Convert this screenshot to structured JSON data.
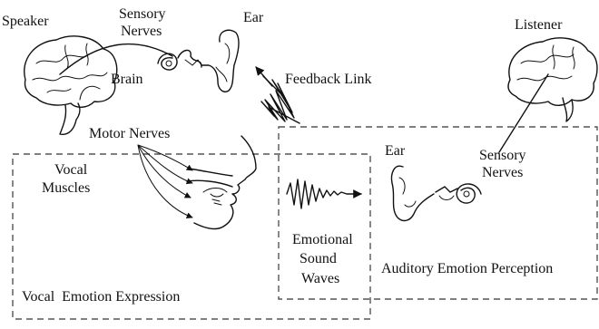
{
  "labels": {
    "speaker": "Speaker",
    "sensory_nerves_left_1": "Sensory",
    "sensory_nerves_left_2": "Nerves",
    "ear_top": "Ear",
    "brain": "Brain",
    "feedback_link": "Feedback Link",
    "listener": "Listener",
    "motor_nerves": "Motor Nerves",
    "vocal_muscles_1": "Vocal",
    "vocal_muscles_2": "Muscles",
    "ear_right": "Ear",
    "sensory_nerves_right_1": "Sensory",
    "sensory_nerves_right_2": "Nerves",
    "emotional_1": "Emotional",
    "emotional_2": "Sound",
    "emotional_3": "Waves",
    "auditory_perception": "Auditory Emotion Perception",
    "vocal_expression": "Vocal  Emotion Expression"
  },
  "icons": [
    "brain-icon",
    "ear-icon",
    "vocal-tract-icon",
    "sound-wave-icon",
    "feedback-wave-icon"
  ]
}
